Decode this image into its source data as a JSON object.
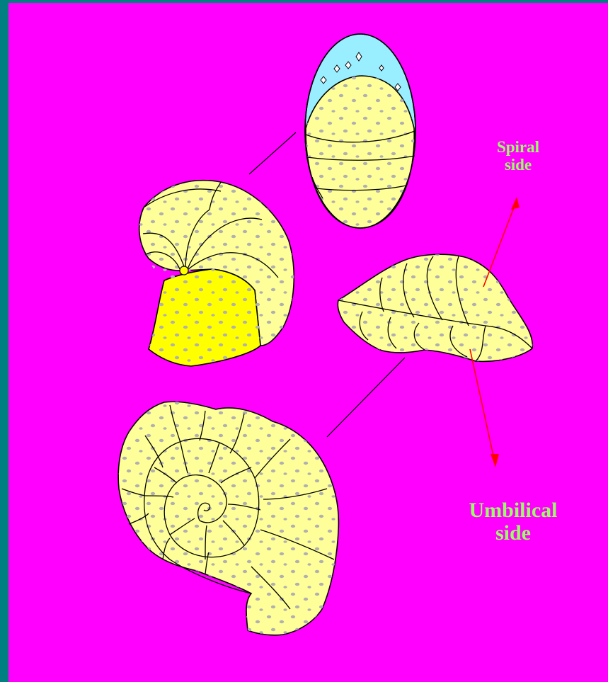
{
  "colors": {
    "frame": "#008080",
    "background": "#FF00FF",
    "shell_fill": "#FFFF99",
    "aperture_fill": "#FFFF00",
    "apertural_face": "#99EEFF",
    "pores": "#B0B0B0",
    "outline": "#000000",
    "arrows": "#FF0000",
    "label_text": "#99FF66"
  },
  "labels": {
    "spiral_line1": "Spiral",
    "spiral_line2": "side",
    "umbilical_line1": "Umbilical",
    "umbilical_line2": "side"
  },
  "views": [
    "apertural-view",
    "edge-view",
    "side-profile-view",
    "spiral-view"
  ],
  "icons": [
    "arrow-to-spiral-side",
    "arrow-to-umbilical-side"
  ]
}
